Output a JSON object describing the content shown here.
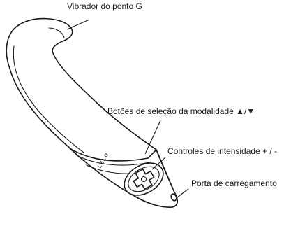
{
  "labels": {
    "gspot_vibrator": "Vibrador do ponto G",
    "mode_buttons": "Botões de seleção da modalidade ▲/▼",
    "intensity_controls": "Controles de intensidade + / -",
    "charging_port": "Porta de carregamento"
  },
  "brand_logo": "LELO"
}
